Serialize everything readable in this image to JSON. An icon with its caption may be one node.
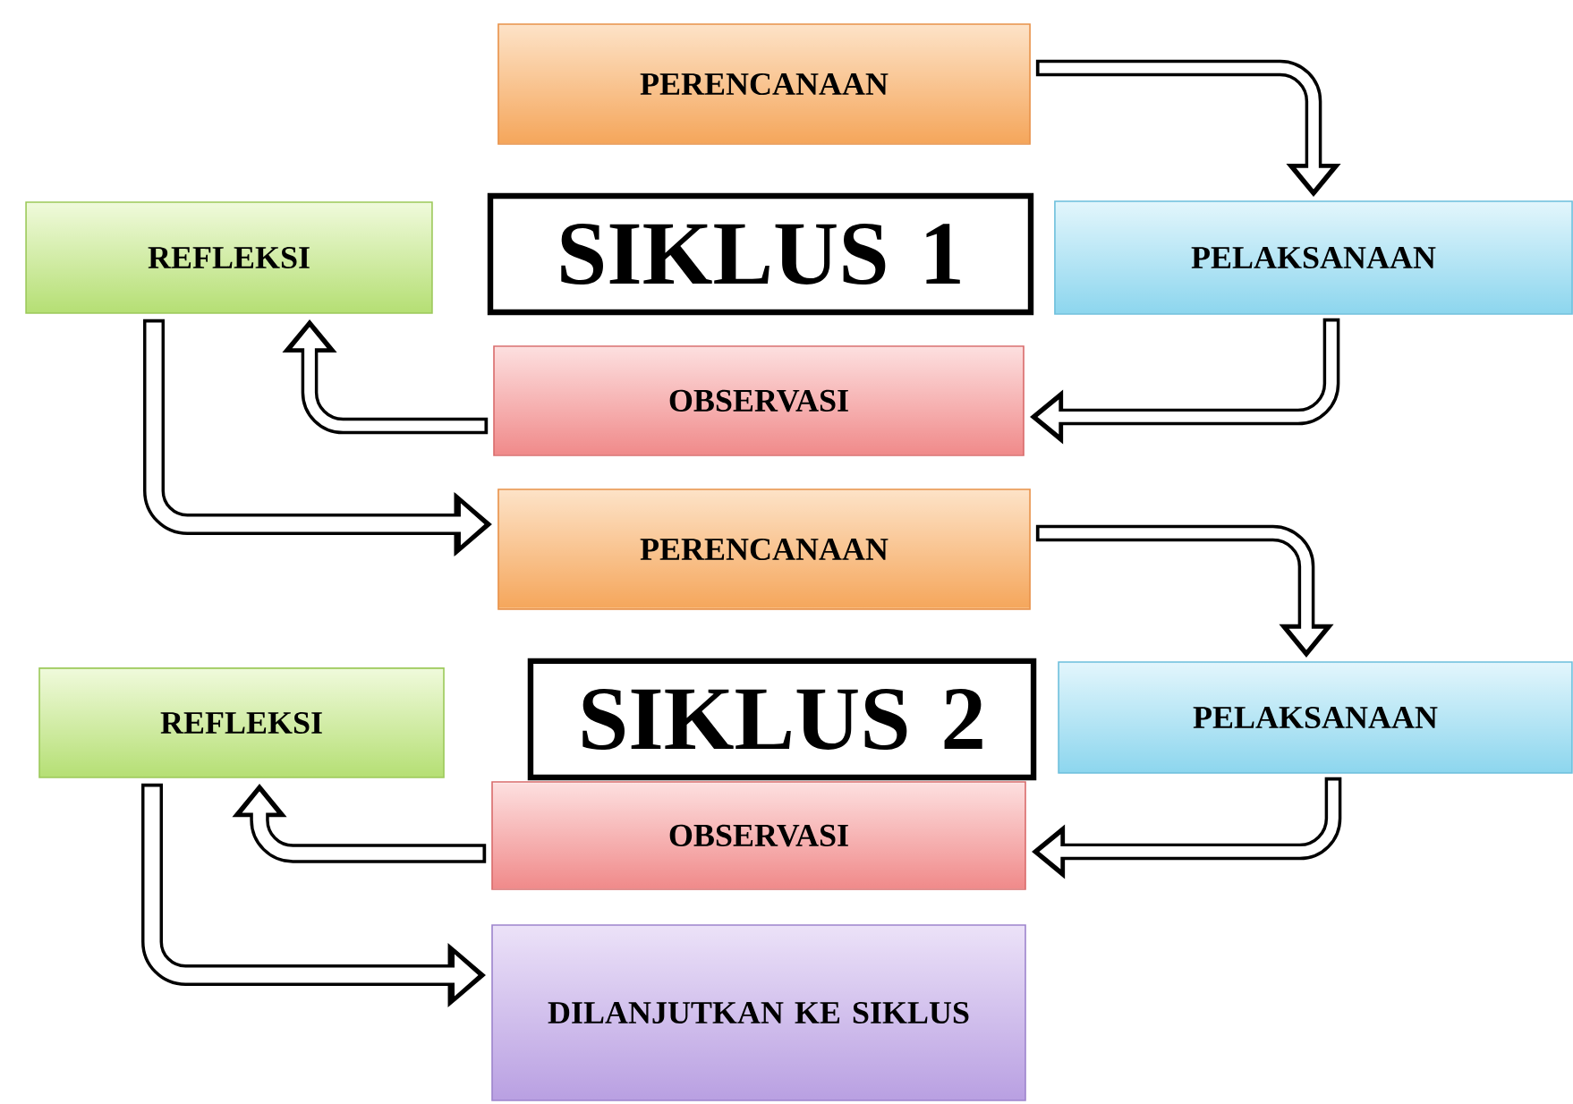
{
  "diagram": {
    "nodes": [
      {
        "text": [
          "PERENCANAAN"
        ]
      },
      {
        "text": [
          "SIKLUS 1"
        ]
      },
      {
        "text": [
          "REFLEKSI"
        ]
      },
      {
        "text": [
          "PELAKSANAAN"
        ]
      },
      {
        "text": [
          "OBSERVASI"
        ]
      },
      {
        "text": [
          "PERENCANAAN"
        ]
      },
      {
        "text": [
          "SIKLUS 2"
        ]
      },
      {
        "text": [
          "REFLEKSI"
        ]
      },
      {
        "text": [
          "PELAKSANAAN"
        ]
      },
      {
        "text": [
          "OBSERVASI"
        ]
      },
      {
        "text": [
          "DILANJUTKAN KE SIKLUS"
        ]
      }
    ],
    "edges": [
      {
        "from": 0,
        "to": 3,
        "arrow": "to"
      },
      {
        "from": 3,
        "to": 4,
        "arrow": "to"
      },
      {
        "from": 4,
        "to": 2,
        "arrow": "to"
      },
      {
        "from": 2,
        "to": 5,
        "arrow": "to"
      },
      {
        "from": 5,
        "to": 8,
        "arrow": "to"
      },
      {
        "from": 8,
        "to": 9,
        "arrow": "to"
      },
      {
        "from": 9,
        "to": 7,
        "arrow": "to"
      },
      {
        "from": 7,
        "to": 10,
        "arrow": "to"
      }
    ]
  }
}
